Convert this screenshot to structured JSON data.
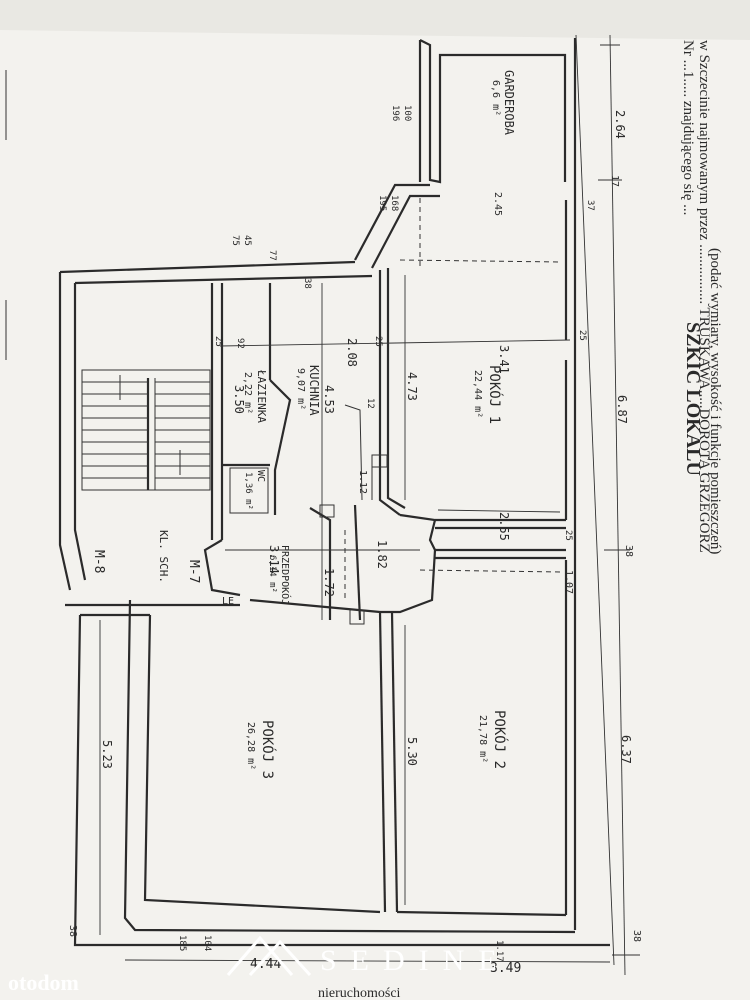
{
  "header": {
    "line1": "Nr ...1..... znajdującego się ...",
    "line2": "w Szczecinie najmowanym przez ................ TRUSKAWA.....DOROTA GRZEGORZ",
    "title": "SZKIC LOKALU",
    "subtitle": "(podać wymiary, wysokość i funkcje pomieszczeń)"
  },
  "rooms": {
    "garderoba": {
      "name": "GARDEROBA",
      "area": "6,6 m²"
    },
    "pokoj1": {
      "name": "POKÓJ 1",
      "area": "22,44 m²"
    },
    "kuchnia": {
      "name": "KUCHNIA",
      "area": "9,07 m²"
    },
    "lazienka": {
      "name": "ŁAZIENKA",
      "area": "2,22 m²"
    },
    "wc": {
      "name": "WC",
      "area": "1,36 m²"
    },
    "przedpokoj": {
      "name": "PRZEDPOKÓJ",
      "area": "6,14 m²"
    },
    "pokoj2": {
      "name": "POKÓJ 2",
      "area": "21,78 m²"
    },
    "pokoj3": {
      "name": "POKÓJ 3",
      "area": "26,28 m²"
    },
    "klatka": {
      "name": "KL. SCH."
    }
  },
  "dimensions": {
    "d264": "2.64",
    "d687": "6.87",
    "d637": "6.37",
    "d341": "3.41",
    "d208": "2.08",
    "d473": "4.73",
    "d453": "4.53",
    "d255": "2.55",
    "d314": "3.14",
    "d182": "1.82",
    "d172": "1.72",
    "d530": "5.30",
    "d523": "5.23",
    "d350": "3.50",
    "d245": "2.45",
    "d25a": "25",
    "d25b": "25",
    "d25c": "25",
    "d25d": "25",
    "d12": "12",
    "d17": "17",
    "d38a": "38",
    "d38b": "38",
    "d38c": "38",
    "d38d": "38",
    "d107": "1.07",
    "d112": "1.12",
    "d92": "92",
    "d44": "4.44",
    "d349": "3.49",
    "d117": "1.17",
    "d37": "37",
    "d77": "77",
    "d168": "168",
    "d195": "195",
    "d100": "100",
    "d196": "196",
    "d45": "45",
    "d75": "75",
    "d185": "185",
    "d104": "104"
  },
  "markers": {
    "m8": "M-8",
    "m7": "M-7",
    "le": "LE"
  },
  "watermark": {
    "brand": "SEDINE",
    "sub": "nieruchomości",
    "site": "otodom"
  }
}
